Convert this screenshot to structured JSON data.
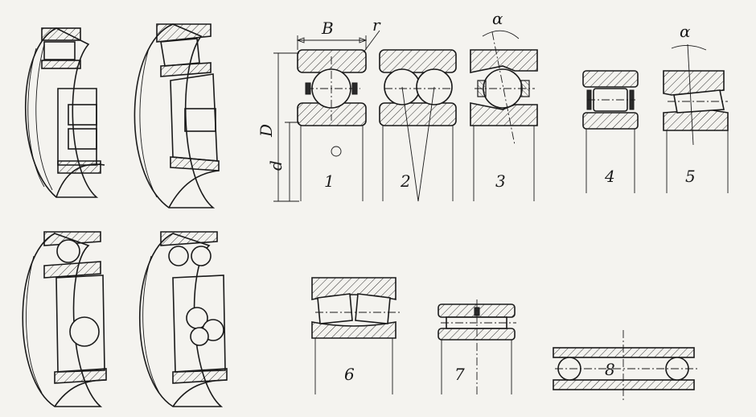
{
  "dimensions": {
    "B": "B",
    "r": "r",
    "D": "D",
    "d": "d",
    "alpha": "α"
  },
  "figures": [
    {
      "id": "1",
      "label": "1"
    },
    {
      "id": "2",
      "label": "2"
    },
    {
      "id": "3",
      "label": "3"
    },
    {
      "id": "4",
      "label": "4"
    },
    {
      "id": "5",
      "label": "5"
    },
    {
      "id": "6",
      "label": "6"
    },
    {
      "id": "7",
      "label": "7"
    },
    {
      "id": "8",
      "label": "8"
    }
  ]
}
